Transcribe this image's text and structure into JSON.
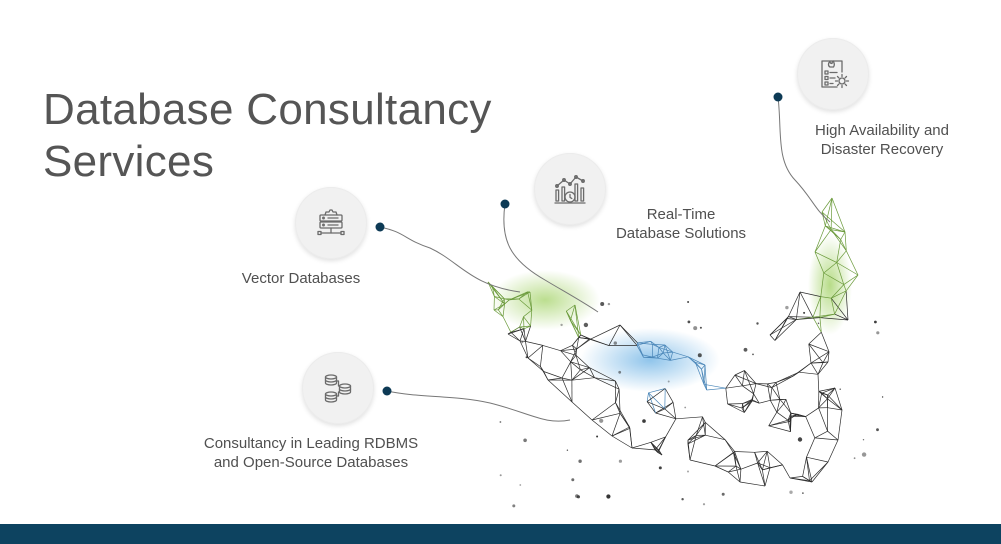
{
  "page": {
    "title_lines": [
      "Database Consultancy",
      "Services"
    ]
  },
  "services": [
    {
      "name": "Vector Databases",
      "lines": [
        "Vector Databases"
      ],
      "icon": "server-gear-icon"
    },
    {
      "name": "Consultancy in Leading RDBMS and Open-Source Databases",
      "lines": [
        "Consultancy in Leading RDBMS",
        "and Open-Source Databases"
      ],
      "icon": "database-stack-icon"
    },
    {
      "name": "Real-Time Database Solutions",
      "lines": [
        "Real-Time",
        "Database Solutions"
      ],
      "icon": "realtime-chart-icon"
    },
    {
      "name": "High Availability and Disaster Recovery",
      "lines": [
        "High Availability and",
        "Disaster Recovery"
      ],
      "icon": "checklist-gear-icon"
    }
  ],
  "illustration": {
    "subject": "polygon-eagle-illustration"
  },
  "colors": {
    "title": "#555555",
    "label": "#505050",
    "icon_bg": "#f1f1f1",
    "icon_stroke": "#6b6b6b",
    "connector_dot": "#0d3a55",
    "footer": "#0d4360",
    "accent_green": "#8bc34a",
    "accent_blue": "#5aa0d8"
  }
}
